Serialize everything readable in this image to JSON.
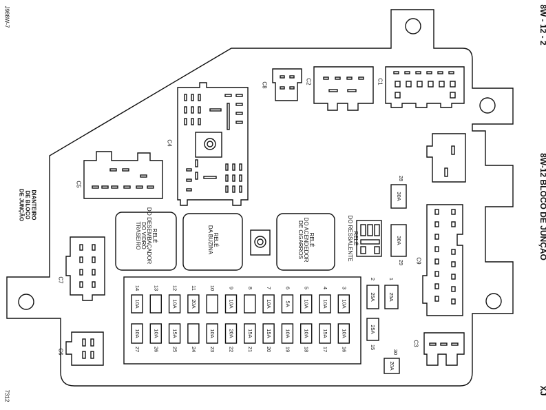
{
  "sidebar": {
    "page_ref": "8W - 12 - 2",
    "section_title": "8W-12 BLOCO DE JUNÇÃO",
    "model": "XJ"
  },
  "corner_codes": {
    "top": "J988W-7",
    "bottom": "7312"
  },
  "front_label": [
    "DIANTEIRO",
    "DE BLOCO",
    "DE JUNÇÃO"
  ],
  "connectors": {
    "c1": "C1",
    "c2": "C2",
    "c3": "C3",
    "c4": "C4",
    "c5": "C5",
    "c6": "C6",
    "c7": "C7",
    "c8": "C8",
    "c9": "C9"
  },
  "relays": {
    "rear_defogger": [
      "RELÉ",
      "DO DESEMBAÇADOR",
      "DO VIDRO",
      "TRASEIRO"
    ],
    "horn": [
      "RELÉ",
      "DA BUZINA"
    ],
    "cigar_lighter": [
      "RELÉ",
      "DO ACENDEDOR",
      "DE CIGARROS"
    ],
    "wiper": [
      "RELÉ",
      "DO RESSALENTE"
    ]
  },
  "fuses_top": [
    {
      "num": "14",
      "amp": "10A"
    },
    {
      "num": "13",
      "amp": ""
    },
    {
      "num": "12",
      "amp": "10A"
    },
    {
      "num": "11",
      "amp": "20A"
    },
    {
      "num": "10",
      "amp": ""
    },
    {
      "num": "9",
      "amp": "10A"
    },
    {
      "num": "8",
      "amp": ""
    },
    {
      "num": "7",
      "amp": "10A"
    },
    {
      "num": "6",
      "amp": "5A"
    },
    {
      "num": "5",
      "amp": "10A"
    },
    {
      "num": "4",
      "amp": "10A"
    },
    {
      "num": "3",
      "amp": "10A"
    }
  ],
  "fuses_bottom": [
    {
      "num": "27",
      "amp": "10A"
    },
    {
      "num": "26",
      "amp": "10A"
    },
    {
      "num": "25",
      "amp": "15A"
    },
    {
      "num": "24",
      "amp": ""
    },
    {
      "num": "23",
      "amp": "10A"
    },
    {
      "num": "22",
      "amp": "20A"
    },
    {
      "num": "21",
      "amp": "15A"
    },
    {
      "num": "20",
      "amp": "15A"
    },
    {
      "num": "19",
      "amp": "10A"
    },
    {
      "num": "18",
      "amp": "10A"
    },
    {
      "num": "17",
      "amp": "15A"
    },
    {
      "num": "16",
      "amp": "10A"
    }
  ],
  "side_fuses": {
    "f2": {
      "num": "2",
      "amp": "25A"
    },
    "f1": {
      "num": "1",
      "amp": "25A"
    },
    "f15": {
      "num": "15",
      "amp": "25A"
    },
    "f30": {
      "num": "30",
      "amp": "20A"
    },
    "f28": {
      "num": "28",
      "amp": "30A"
    },
    "f29": {
      "num": "29",
      "amp": "30A"
    }
  }
}
